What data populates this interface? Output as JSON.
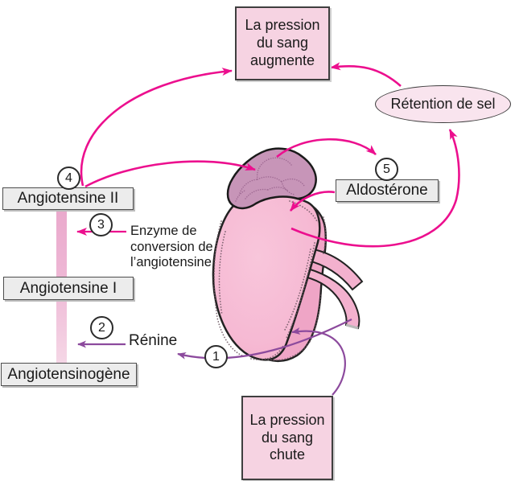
{
  "boxes": {
    "pressure_up": "La pression\ndu sang\naugmente",
    "salt_retention": "Rétention de sel",
    "angiotensin_2": "Angiotensine II",
    "angiotensin_1": "Angiotensine I",
    "angiotensinogen": "Angiotensinogène",
    "aldosterone": "Aldostérone",
    "pressure_down": "La pression\ndu sang\nchute"
  },
  "labels": {
    "converting_enzyme": "Enzyme de\nconversion de\nl’angiotensine",
    "renin": "Rénine"
  },
  "steps": {
    "n1": "1",
    "n2": "2",
    "n3": "3",
    "n4": "4",
    "n5": "5"
  },
  "colors": {
    "magenta_arrow": "#ec0f8e",
    "purple_arrow": "#8c4a9d",
    "pink_box_fill": "#f6d3e2",
    "ellipse_fill": "#f9e4ee",
    "gray_box_fill": "#ececec",
    "cascade_band": "#ecb0d1",
    "kidney_fill": "#f6b9d3",
    "kidney_back_lobe_fill": "#efa5c6",
    "adrenal_fill": "#c795b8"
  }
}
